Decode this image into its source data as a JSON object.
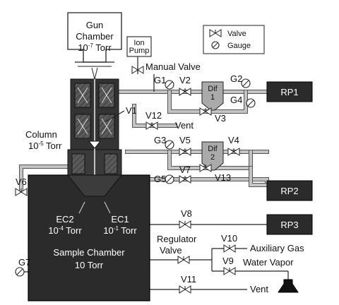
{
  "gun": {
    "line1": "Gun",
    "line2": "Chamber",
    "pressure_base": "10",
    "pressure_exp": "-7",
    "unit": " Torr"
  },
  "ion_pump": {
    "line1": "Ion",
    "line2": "Pump"
  },
  "manual_valve": "Manual Valve",
  "legend": {
    "valve": "Valve",
    "gauge": "Gauge"
  },
  "column": {
    "line1": "Column",
    "pressure_base": "10",
    "pressure_exp": "-5",
    "unit": " Torr"
  },
  "ec2": {
    "name": "EC2",
    "pressure_base": "10",
    "pressure_exp": "-4",
    "unit": " Torr"
  },
  "ec1": {
    "name": "EC1",
    "pressure_base": "10",
    "pressure_exp": "-1",
    "unit": " Torr"
  },
  "sample": {
    "line1": "Sample Chamber",
    "line2": "10 Torr"
  },
  "dif1": {
    "line1": "Dif",
    "line2": "1"
  },
  "dif2": {
    "line1": "Dif",
    "line2": "2"
  },
  "pumps": {
    "rp1": "RP1",
    "rp2": "RP2",
    "rp3": "RP3"
  },
  "valves": {
    "v1": "V1",
    "v2": "V2",
    "v3": "V3",
    "v4": "V4",
    "v5": "V5",
    "v6": "V6",
    "v7": "V7",
    "v8": "V8",
    "v9": "V9",
    "v10": "V10",
    "v11": "V11",
    "v12": "V12",
    "v13": "V13"
  },
  "gauges": {
    "g1": "G1",
    "g2": "G2",
    "g3": "G3",
    "g4": "G4",
    "g5": "G5",
    "g7": "G7"
  },
  "labels": {
    "vent_upper": "Vent",
    "regulator_line1": "Regulator",
    "regulator_line2": "Valve",
    "auxiliary_gas": "Auxiliary Gas",
    "water_vapor": "Water Vapor",
    "vent_lower": "Vent"
  }
}
